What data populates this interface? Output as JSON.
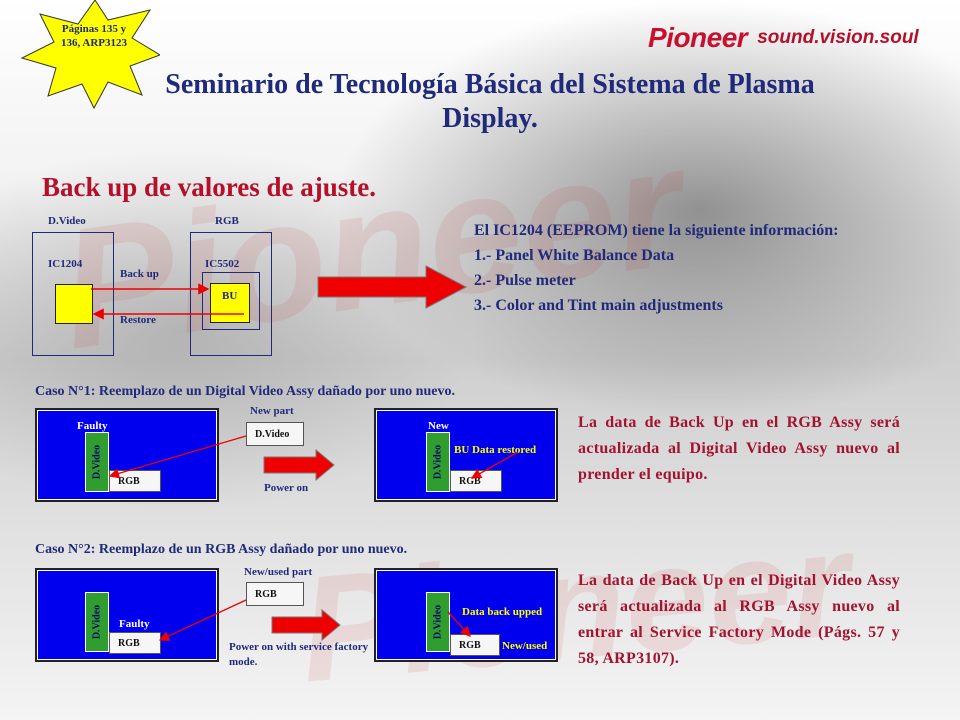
{
  "badge": {
    "text": "Páginas 135 y 136, ARP3123"
  },
  "brand": {
    "logo": "Pioneer",
    "tagline": "sound.vision.soul",
    "color": "#c8102e"
  },
  "title": "Seminario de Tecnología Básica del Sistema de Plasma Display.",
  "subtitle": "Back up de valores de ajuste.",
  "diagram": {
    "dvideo_label": "D.Video",
    "rgb_label": "RGB",
    "ic1204": "IC1204",
    "ic5502": "IC5502",
    "backup": "Back up",
    "restore": "Restore",
    "bu": "BU"
  },
  "info": {
    "heading": "El IC1204 (EEPROM) tiene la siguiente información:",
    "items": [
      "1.- Panel White Balance Data",
      "2.- Pulse meter",
      "3.- Color and Tint main adjustments"
    ]
  },
  "case1": {
    "heading": "Caso N°1: Reemplazo de un Digital Video Assy dañado por uno nuevo.",
    "faulty": "Faulty",
    "dvideo": "D.Video",
    "rgb": "RGB",
    "new_part": "New part",
    "new_part_box": "D.Video",
    "power_on": "Power on",
    "new": "New",
    "bu_restored": "BU Data restored",
    "description": "La data de Back Up en el RGB Assy será actualizada al Digital Video Assy nuevo al prender el equipo."
  },
  "case2": {
    "heading": "Caso N°2: Reemplazo de un RGB Assy dañado por uno nuevo.",
    "dvideo": "D.Video",
    "faulty": "Faulty",
    "rgb": "RGB",
    "new_used_part": "New/used part",
    "new_part_box": "RGB",
    "power_on": "Power on with service factory mode.",
    "data_back_upped": "Data back upped",
    "new_used": "New/used",
    "description": "La data de Back Up en el Digital Video Assy será actualizada al RGB Assy nuevo al entrar al Service Factory Mode (Págs. 57 y 58, ARP3107)."
  },
  "colors": {
    "navy": "#1f2a7a",
    "maroon": "#a3122e",
    "panel_blue": "#0000ee",
    "arrow_red": "#ee0000",
    "highlight_yellow": "#ffff00"
  }
}
